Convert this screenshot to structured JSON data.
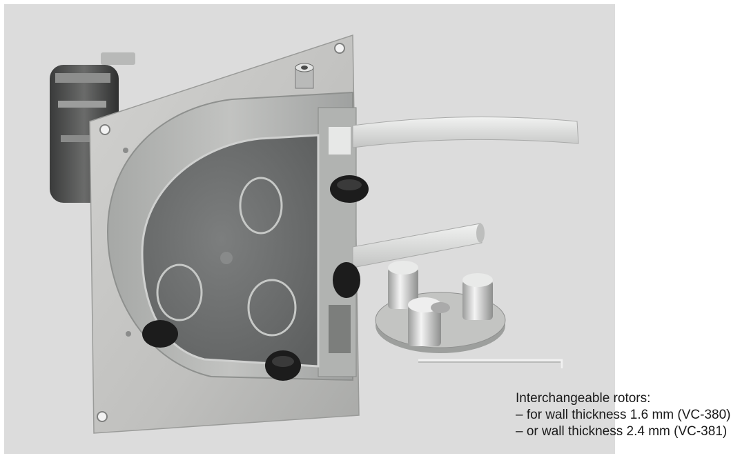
{
  "caption": {
    "title": "Interchangeable rotors:",
    "lines": [
      "– for wall thickness 1.6 mm (VC-380)",
      "– or wall thickness 2.4 mm (VC-381)"
    ]
  },
  "colors": {
    "background_panel": "#dcdcdc",
    "plate": "#c4c4c2",
    "housing": "#b4b6b4",
    "cover_glass": "#6e7070",
    "knob": "#1c1c1c",
    "tube": "#e6e7e6",
    "text": "#1a1a1a"
  }
}
